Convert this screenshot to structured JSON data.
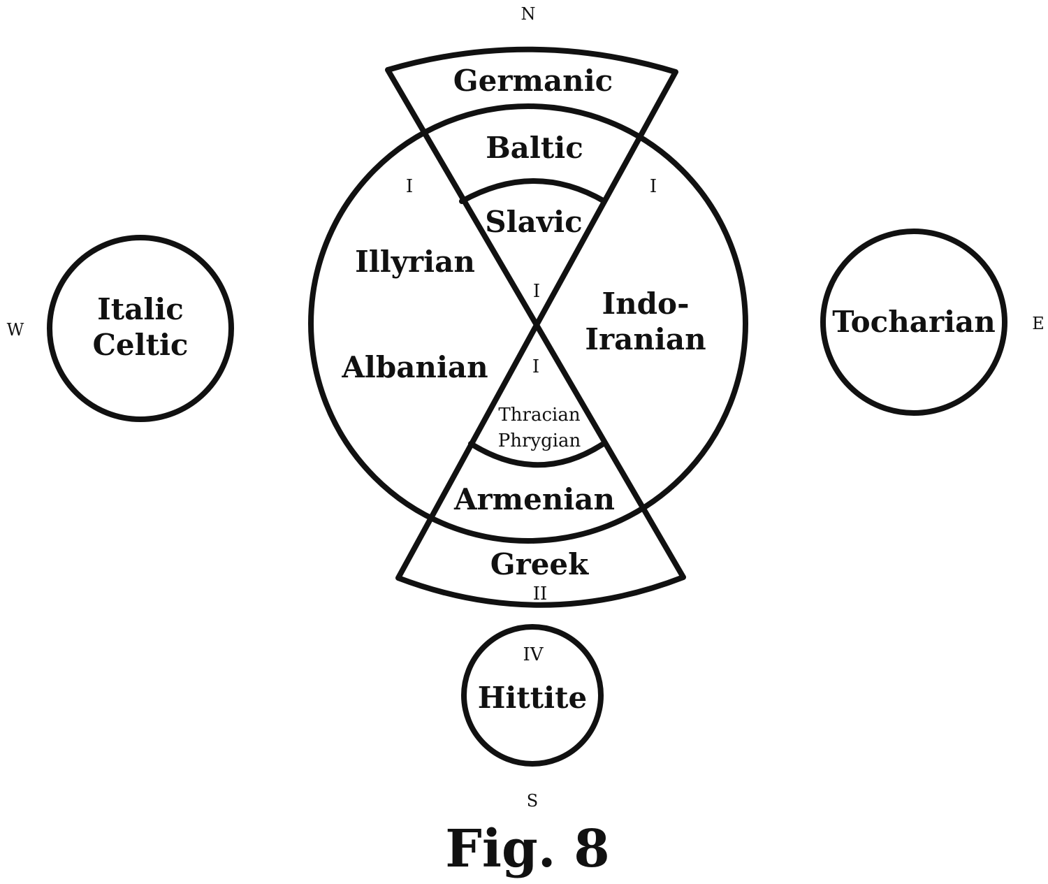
{
  "compass": {
    "north": "N",
    "south": "S",
    "west": "W",
    "east": "E"
  },
  "regions": {
    "germanic": "Germanic",
    "baltic": "Baltic",
    "slavic": "Slavic",
    "illyrian": "Illyrian",
    "albanian": "Albanian",
    "indo_iranian_1": "Indo-",
    "indo_iranian_2": "Iranian",
    "thracian": "Thracian",
    "phrygian": "Phrygian",
    "armenian": "Armenian",
    "greek": "Greek",
    "italic": "Italic",
    "celtic": "Celtic",
    "tocharian": "Tocharian",
    "hittite": "Hittite"
  },
  "markers": {
    "upper_left": "I",
    "upper_right": "I",
    "center_top": "I",
    "center_bottom": "I",
    "greek": "II",
    "hittite": "IV"
  },
  "caption": "Fig. 8"
}
